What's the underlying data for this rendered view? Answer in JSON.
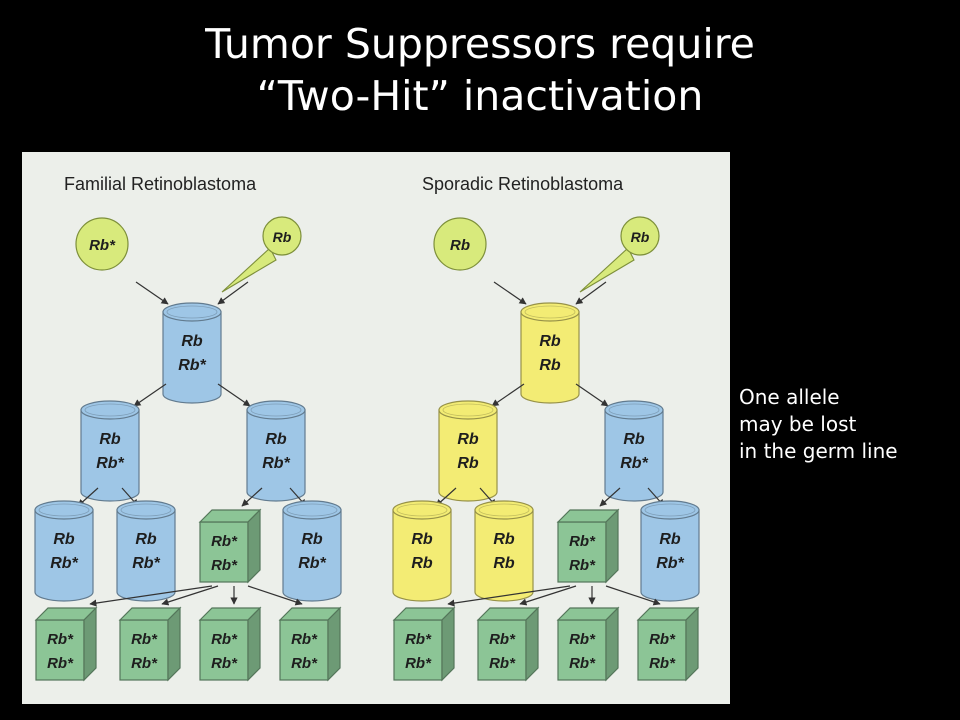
{
  "title": {
    "line1": "Tumor Suppressors require",
    "line2": "“Two-Hit” inactivation"
  },
  "note": {
    "line1": "One allele",
    "line2": "may be lost",
    "line3": "in the germ line"
  },
  "colors": {
    "background": "#000000",
    "figure_bg": "#ecefea",
    "blue": "#9ec6e6",
    "yellow": "#f3ec74",
    "green": "#8cc596",
    "sperm_egg": "#d8ea7c"
  },
  "panels": [
    {
      "title": "Familial Retinoblastoma",
      "egg": "Rb*",
      "sperm": "Rb",
      "zygote": {
        "top": "Rb",
        "bottom": "Rb*",
        "kind": "blue"
      },
      "level2": [
        {
          "top": "Rb",
          "bottom": "Rb*",
          "kind": "blue"
        },
        {
          "top": "Rb",
          "bottom": "Rb*",
          "kind": "blue"
        }
      ],
      "level3": [
        {
          "top": "Rb",
          "bottom": "Rb*",
          "kind": "blue"
        },
        {
          "top": "Rb",
          "bottom": "Rb*",
          "kind": "blue"
        },
        {
          "top": "Rb*",
          "bottom": "Rb*",
          "kind": "green"
        },
        {
          "top": "Rb",
          "bottom": "Rb*",
          "kind": "blue"
        }
      ],
      "level4": [
        {
          "top": "Rb*",
          "bottom": "Rb*",
          "kind": "green"
        },
        {
          "top": "Rb*",
          "bottom": "Rb*",
          "kind": "green"
        },
        {
          "top": "Rb*",
          "bottom": "Rb*",
          "kind": "green"
        },
        {
          "top": "Rb*",
          "bottom": "Rb*",
          "kind": "green"
        }
      ]
    },
    {
      "title": "Sporadic Retinoblastoma",
      "egg": "Rb",
      "sperm": "Rb",
      "zygote": {
        "top": "Rb",
        "bottom": "Rb",
        "kind": "yellow"
      },
      "level2": [
        {
          "top": "Rb",
          "bottom": "Rb",
          "kind": "yellow"
        },
        {
          "top": "Rb",
          "bottom": "Rb*",
          "kind": "blue"
        }
      ],
      "level3": [
        {
          "top": "Rb",
          "bottom": "Rb",
          "kind": "yellow"
        },
        {
          "top": "Rb",
          "bottom": "Rb",
          "kind": "yellow"
        },
        {
          "top": "Rb*",
          "bottom": "Rb*",
          "kind": "green"
        },
        {
          "top": "Rb",
          "bottom": "Rb*",
          "kind": "blue"
        }
      ],
      "level4": [
        {
          "top": "Rb*",
          "bottom": "Rb*",
          "kind": "green"
        },
        {
          "top": "Rb*",
          "bottom": "Rb*",
          "kind": "green"
        },
        {
          "top": "Rb*",
          "bottom": "Rb*",
          "kind": "green"
        },
        {
          "top": "Rb*",
          "bottom": "Rb*",
          "kind": "green"
        }
      ]
    }
  ]
}
